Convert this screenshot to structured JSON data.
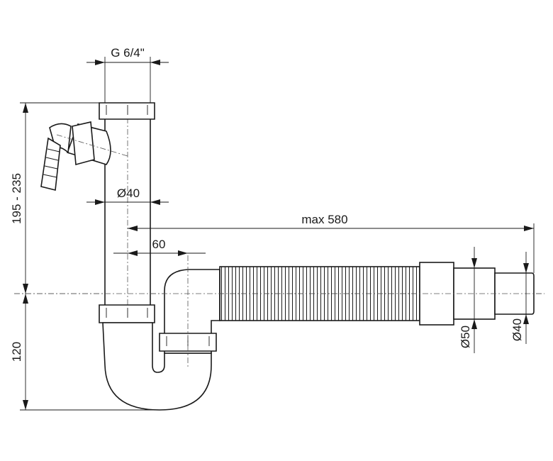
{
  "dimensions": {
    "thread": "G 6/4\"",
    "height_range": "195 - 235",
    "pipe_diameter": "Ø40",
    "max_length": "max 580",
    "offset": "60",
    "trap_depth": "120",
    "outlet_d50": "Ø50",
    "outlet_d40": "Ø40"
  }
}
